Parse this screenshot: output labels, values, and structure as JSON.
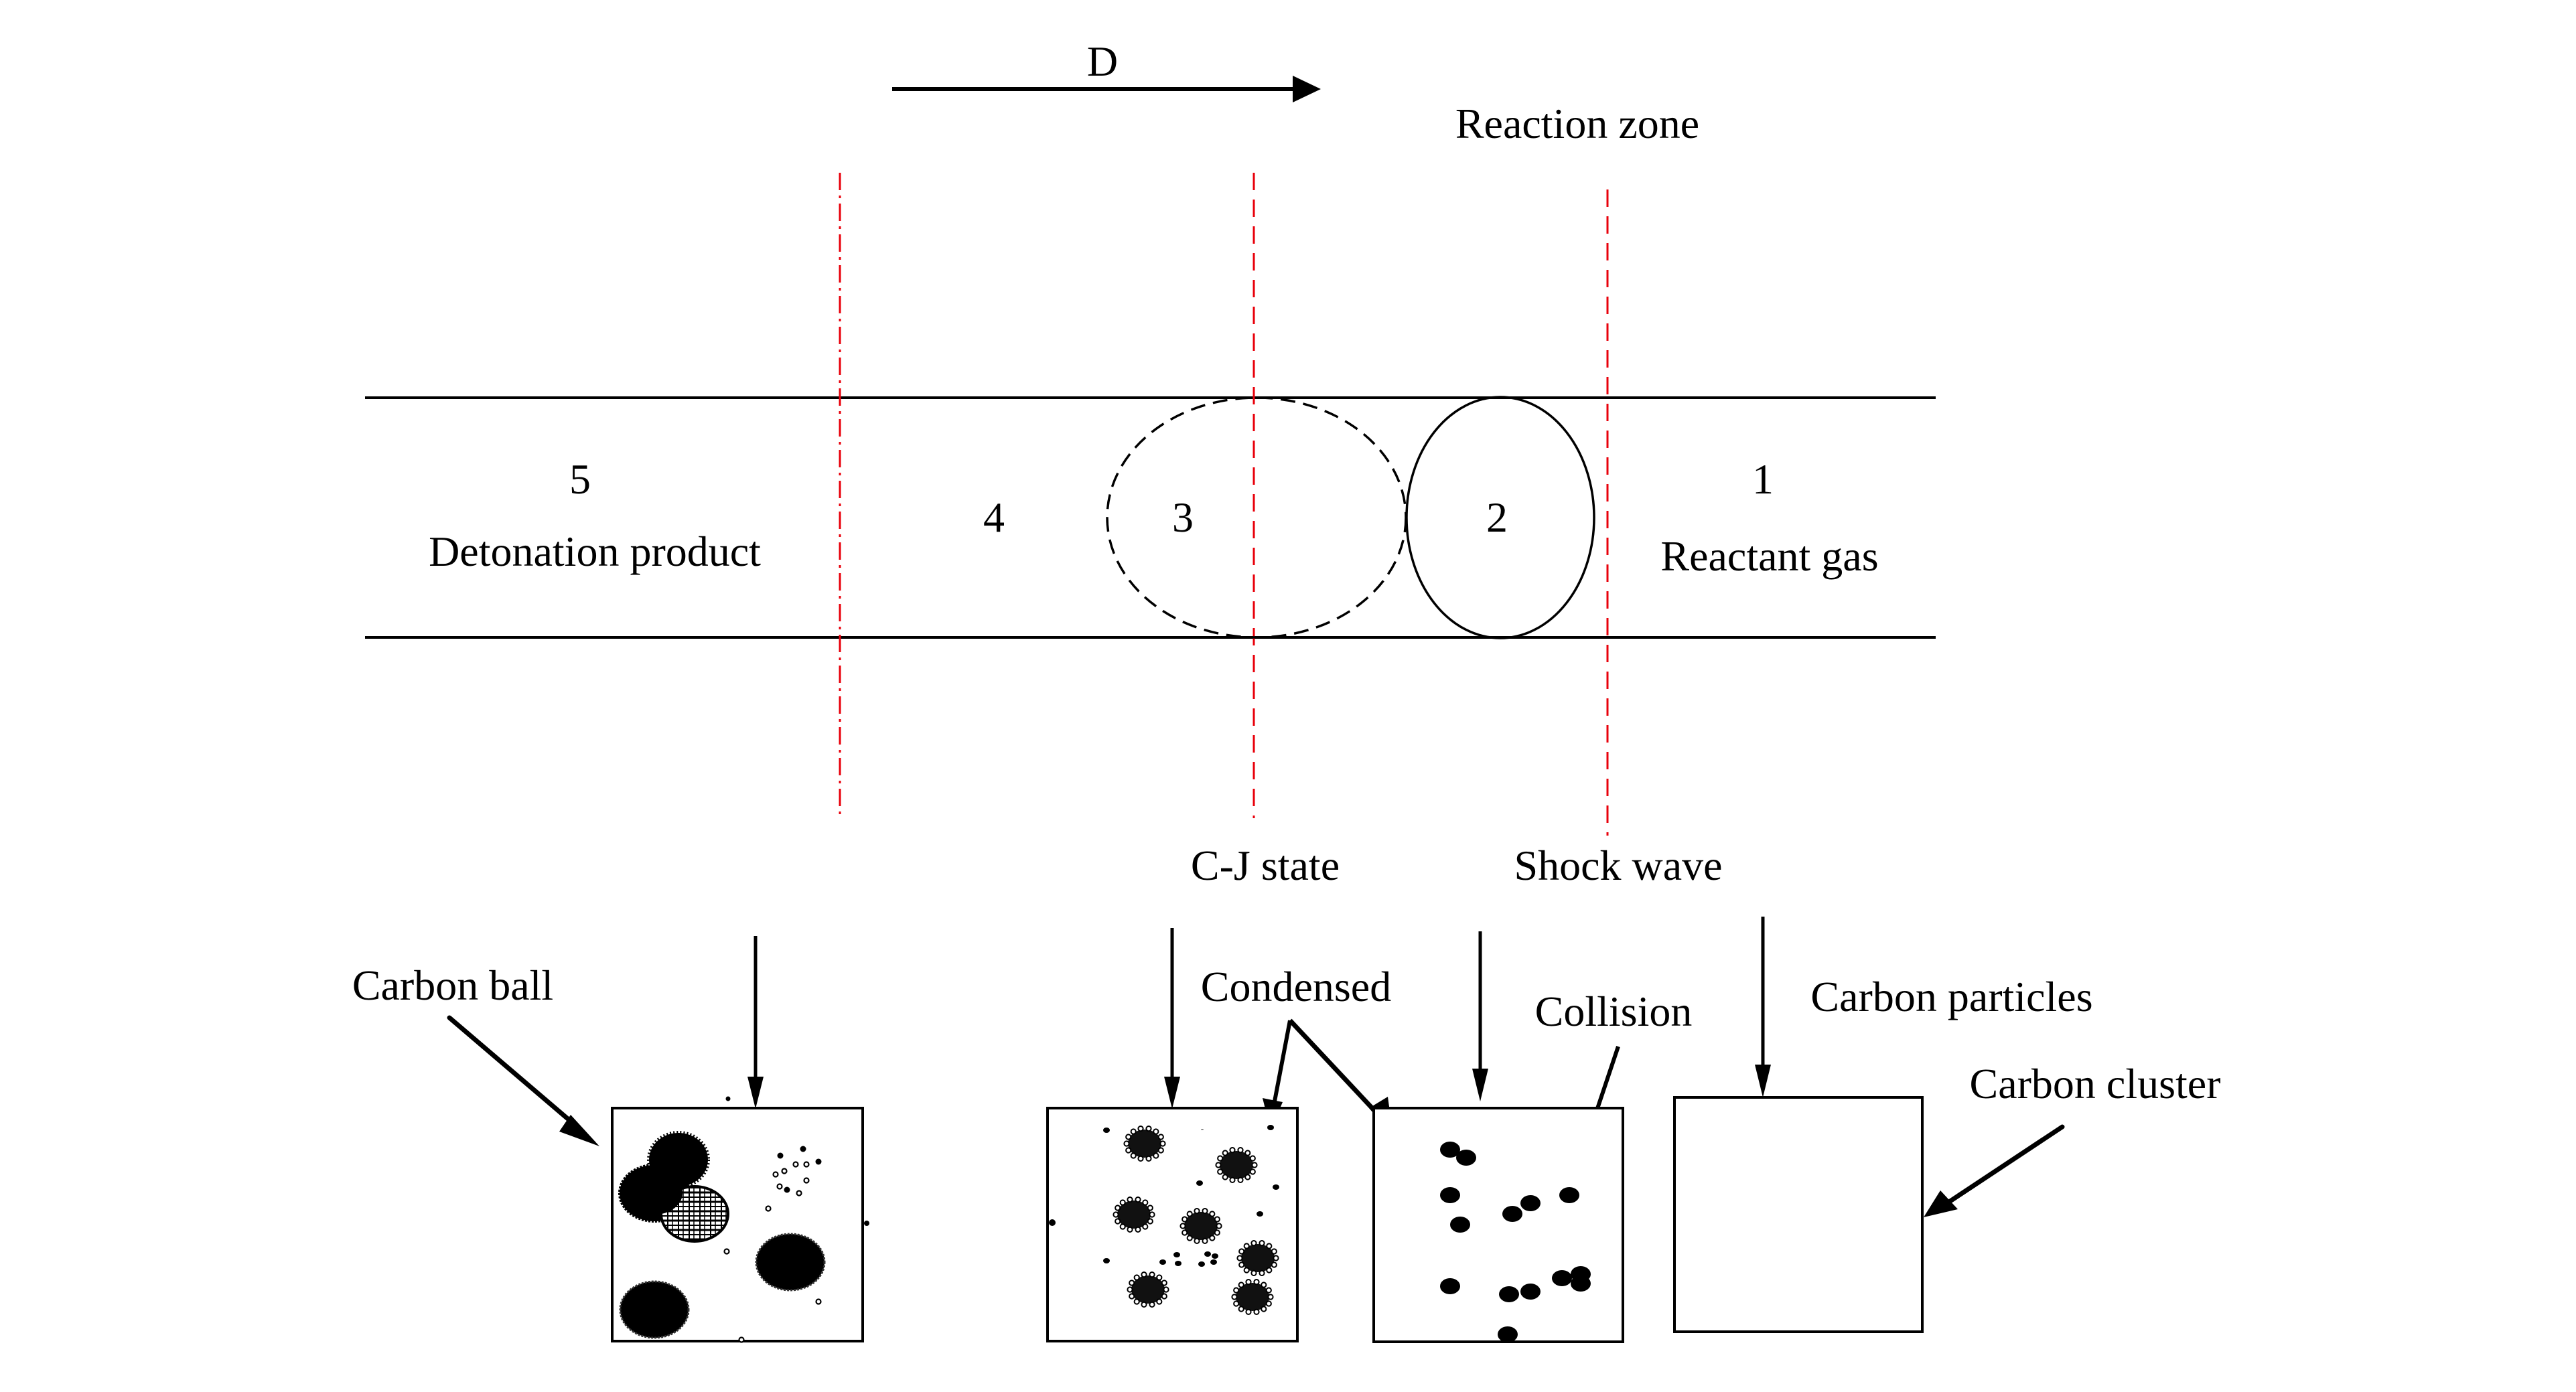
{
  "diagram": {
    "direction_label": "D",
    "reaction_zone_label": "Reaction zone",
    "regions": [
      {
        "number": "5",
        "name": "Detonation product"
      },
      {
        "number": "4",
        "name": ""
      },
      {
        "number": "3",
        "name": ""
      },
      {
        "number": "2",
        "name": ""
      },
      {
        "number": "1",
        "name": "Reactant gas"
      }
    ],
    "boundaries": {
      "cj_state": "C-J state",
      "shock_wave": "Shock wave"
    },
    "annotations": {
      "carbon_ball": "Carbon ball",
      "condensed": "Condensed",
      "collision": "Collision",
      "carbon_particles": "Carbon particles",
      "carbon_cluster": "Carbon cluster"
    },
    "colors": {
      "boundary_line": "#e8000b",
      "ink": "#000000"
    }
  }
}
